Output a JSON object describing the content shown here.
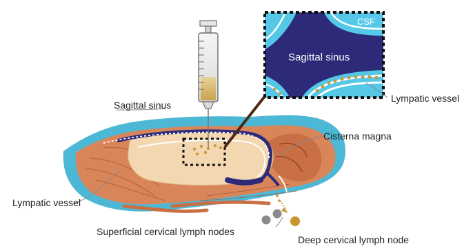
{
  "labels": {
    "sagittal_sinus": "Sagittal sinus",
    "lymphatic_vessel_top": "Lympatic vessel",
    "cisterna_magna": "Cisterna magna",
    "lymphatic_vessel_left": "Lympatic vessel",
    "superficial_nodes": "Superficial cervical lymph nodes",
    "deep_node": "Deep cervical lymph node"
  },
  "inset": {
    "csf": "CSF",
    "sagittal_sinus": "Sagittal sinus"
  },
  "colors": {
    "sinus_blue": "#2e2a7a",
    "csf_cyan": "#55c8e8",
    "body_outline": "#4db8d6",
    "muscle": "#d9855a",
    "brain": "#f3d7b0",
    "tracer": "#c89a3a",
    "node_grey": "#8a8a8a",
    "node_gold": "#c8962e"
  }
}
